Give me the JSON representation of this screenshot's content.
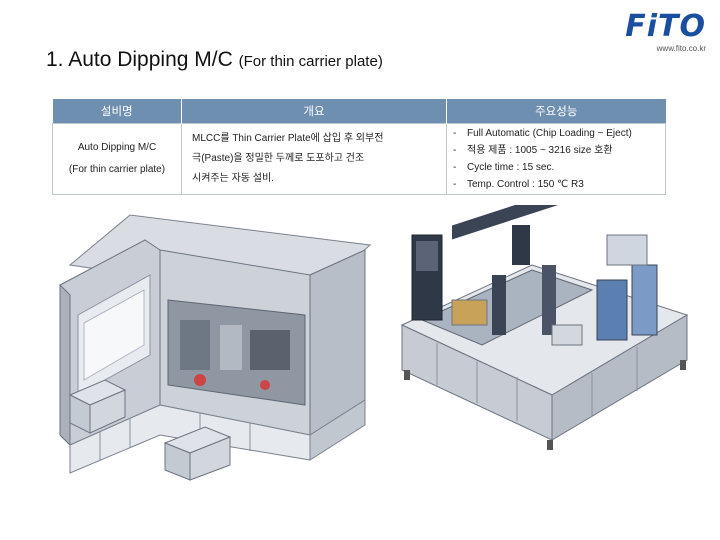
{
  "logo": {
    "word": "FiTO",
    "url": "www.fito.co.kr"
  },
  "title": {
    "main": "1. Auto Dipping M/C",
    "sub": "(For thin carrier plate)"
  },
  "table": {
    "headers": [
      "설비명",
      "개요",
      "주요성능"
    ],
    "name_line1": "Auto Dipping M/C",
    "name_line2": "(For thin carrier plate)",
    "summary_line1": "MLCC를 Thin Carrier Plate에 삽입 후 외부전",
    "summary_line2": "극(Paste)을 정밀한 두께로 도포하고 건조",
    "summary_line3": "시켜주는 자동 설비.",
    "performance": [
      "Full Automatic (Chip Loading ~ Eject)",
      "적용 제품 : 1005 ~ 3216 size 호환",
      "Cycle time : 15 sec.",
      "Temp. Control : 150 ℃ R3"
    ]
  },
  "images": {
    "left": "machine-render-front",
    "right": "machine-render-interior"
  }
}
